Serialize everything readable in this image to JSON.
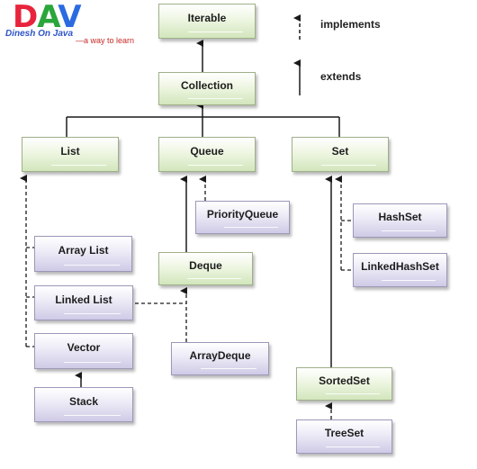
{
  "logo": {
    "letters": [
      "D",
      "A",
      "V"
    ],
    "subtitle": "Dinesh On Java",
    "tagline": "—a way to learn",
    "colors": [
      "#e8243c",
      "#2aa63a",
      "#2b6ae0"
    ]
  },
  "legend": {
    "implements": "implements",
    "extends": "extends"
  },
  "nodes": {
    "iterable": "Iterable",
    "collection": "Collection",
    "list": "List",
    "queue": "Queue",
    "set": "Set",
    "priority_queue": "PriorityQueue",
    "hashset": "HashSet",
    "linked_hashset": "LinkedHashSet",
    "array_list": "Array List",
    "linked_list": "Linked List",
    "vector": "Vector",
    "stack": "Stack",
    "deque": "Deque",
    "array_deque": "ArrayDeque",
    "sorted_set": "SortedSet",
    "tree_set": "TreeSet"
  },
  "colors": {
    "interface_fill": "#d2e6bc",
    "class_fill": "#cfcae6",
    "line": "#1a1a1a"
  }
}
